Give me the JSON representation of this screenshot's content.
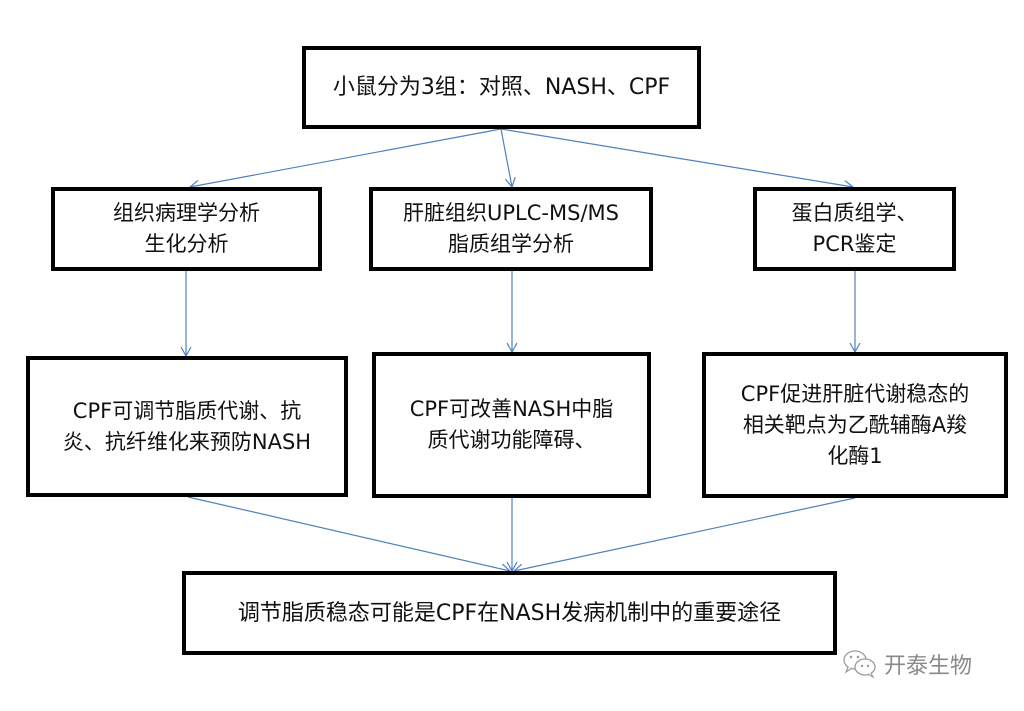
{
  "diagram": {
    "top": {
      "lines": [
        "小鼠分为3组：对照、NASH、CPF"
      ]
    },
    "methods": [
      {
        "lines": [
          "组织病理学分析",
          "生化分析"
        ]
      },
      {
        "lines": [
          "肝脏组织UPLC-MS/MS",
          "脂质组学分析"
        ]
      },
      {
        "lines": [
          "蛋白质组学、",
          "PCR鉴定"
        ]
      }
    ],
    "findings": [
      {
        "lines": [
          "CPF可调节脂质代谢、抗",
          "炎、抗纤维化来预防NASH"
        ]
      },
      {
        "lines": [
          "CPF可改善NASH中脂",
          "质代谢功能障碍、"
        ]
      },
      {
        "lines": [
          "CPF促进肝脏代谢稳态的",
          "相关靶点为乙酰辅酶A羧",
          "化酶1"
        ]
      }
    ],
    "conclusion": {
      "lines": [
        "调节脂质稳态可能是CPF在NASH发病机制中的重要途径"
      ]
    },
    "arrow_color": "#4f81bd",
    "border_color": "#000000"
  },
  "watermark": {
    "icon": "wechat-icon",
    "text": "开泰生物"
  }
}
